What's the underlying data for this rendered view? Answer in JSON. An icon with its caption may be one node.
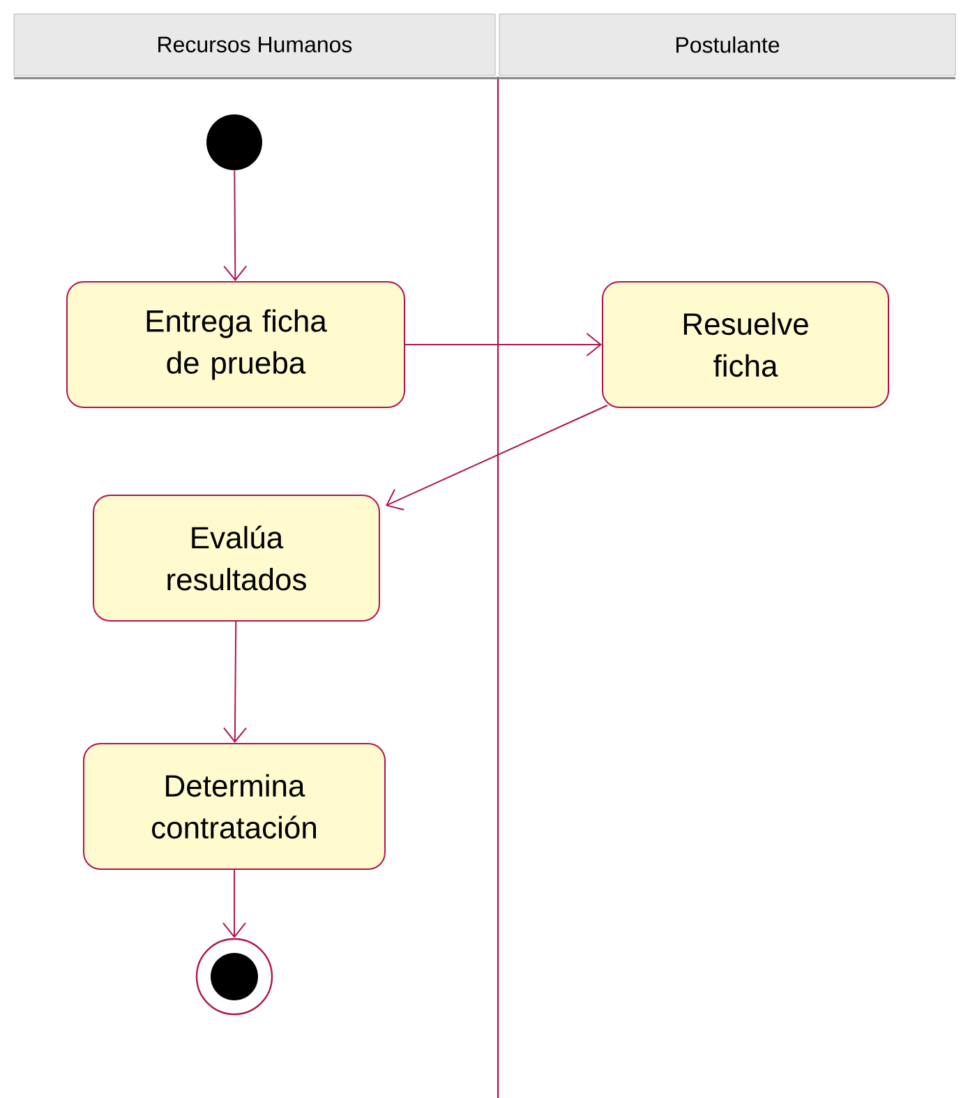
{
  "diagram": {
    "nodes": [
      {
        "text": [
          "Recursos Humanos"
        ]
      },
      {
        "text": [
          "Postulante"
        ]
      },
      {
        "text": [],
        "shape": "circle"
      },
      {
        "text": [
          "Entrega ficha de prueba"
        ]
      },
      {
        "text": [
          "Resuelve ficha"
        ]
      },
      {
        "text": [
          "Evalúa resultados"
        ]
      },
      {
        "text": [
          "Determina contratación"
        ]
      },
      {
        "text": [],
        "shape": "circle"
      }
    ],
    "edges": [
      {
        "from": 2,
        "to": 3,
        "arrow": "to"
      },
      {
        "from": 3,
        "to": 4,
        "arrow": "to"
      },
      {
        "from": 4,
        "to": 5,
        "arrow": "to"
      },
      {
        "from": 5,
        "to": 6,
        "arrow": "to"
      },
      {
        "from": 6,
        "to": 7,
        "arrow": "to"
      }
    ]
  }
}
